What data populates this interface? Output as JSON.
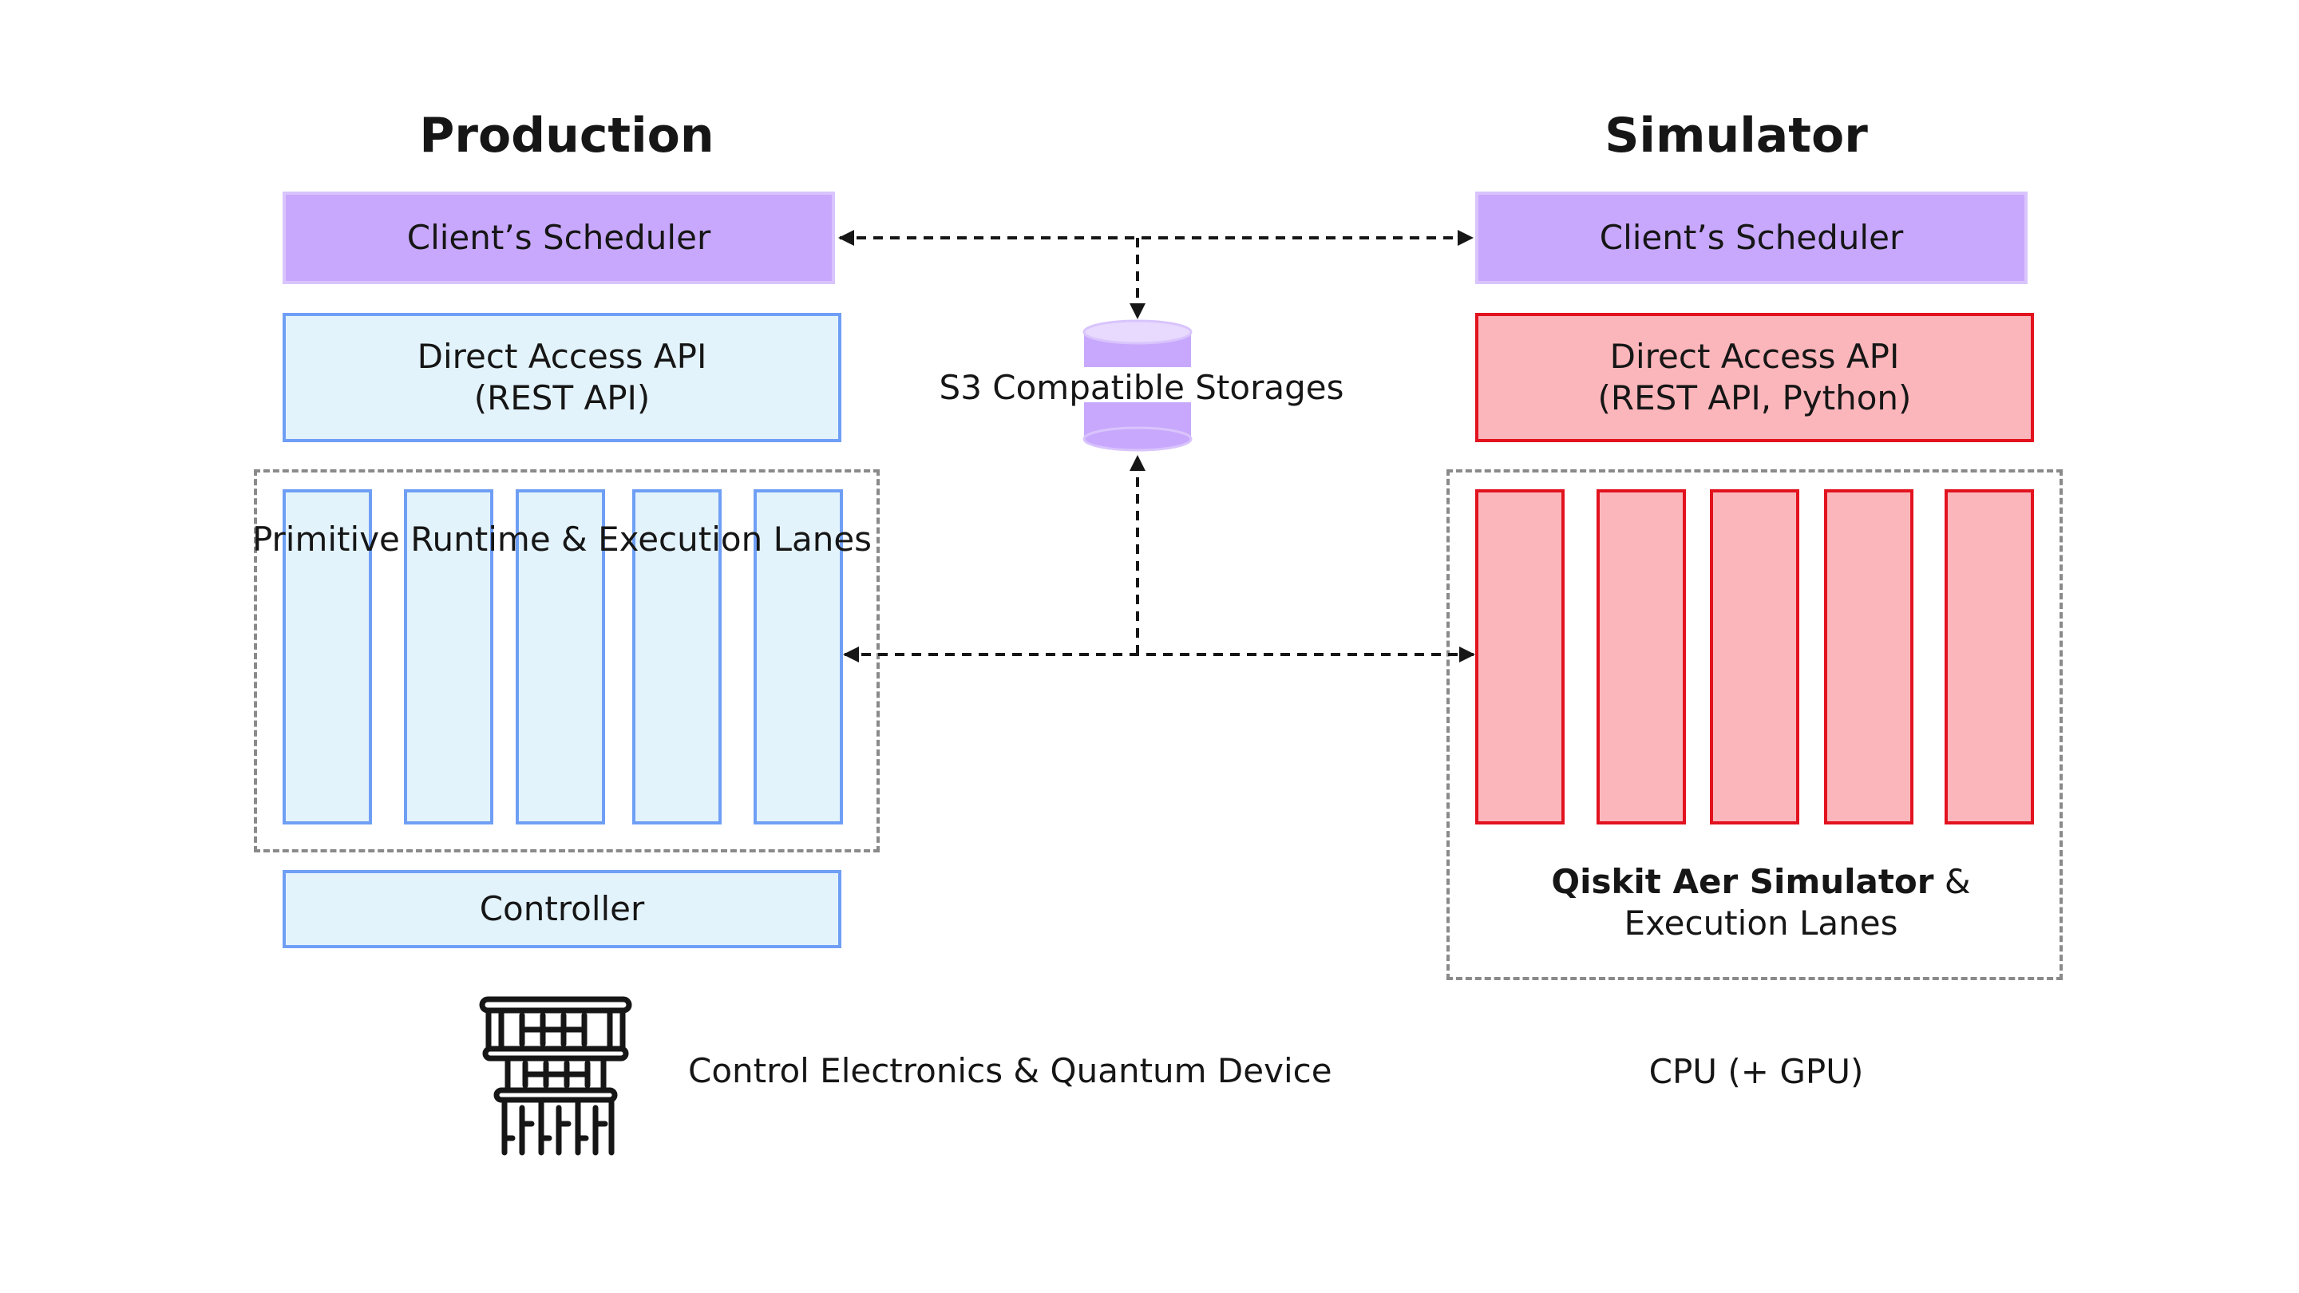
{
  "production": {
    "title": "Production",
    "scheduler": "Client’s Scheduler",
    "api_line1": "Direct Access API",
    "api_line2": "(REST API)",
    "runtime_label": "Primitive Runtime & Execution Lanes",
    "controller": "Controller",
    "device_label": "Control Electronics & Quantum Device"
  },
  "simulator": {
    "title": "Simulator",
    "scheduler": "Client’s Scheduler",
    "api_line1": "Direct Access API",
    "api_line2": "(REST API, Python)",
    "aer_bold": "Qiskit Aer Simulator",
    "aer_amp": " &",
    "aer_line2": "Execution Lanes",
    "hardware_label": "CPU (+ GPU)"
  },
  "storage": {
    "label": "S3 Compatible Storages"
  },
  "colors": {
    "purple_fill": "#c8a8fc",
    "blue_fill": "#e3f3fc",
    "blue_stroke": "#6f9ff5",
    "pink_fill": "#fbb6bb",
    "red_stroke": "#e2121f",
    "dashed_gray": "#8a8a8a"
  },
  "icons": {
    "device": "quantum-chandelier-icon",
    "storage": "database-cylinder-icon"
  }
}
